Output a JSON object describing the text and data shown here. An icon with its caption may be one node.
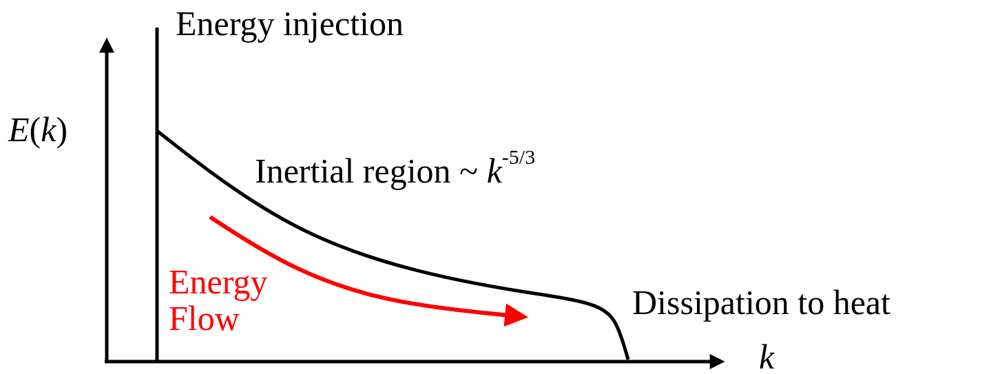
{
  "diagram": {
    "labels": [
      "Energy injection",
      "*E*(*k*)",
      "Inertial region ~ *k*$^{-5/3}$",
      "Energy Flow",
      "Dissipation to heat",
      "k"
    ]
  }
}
